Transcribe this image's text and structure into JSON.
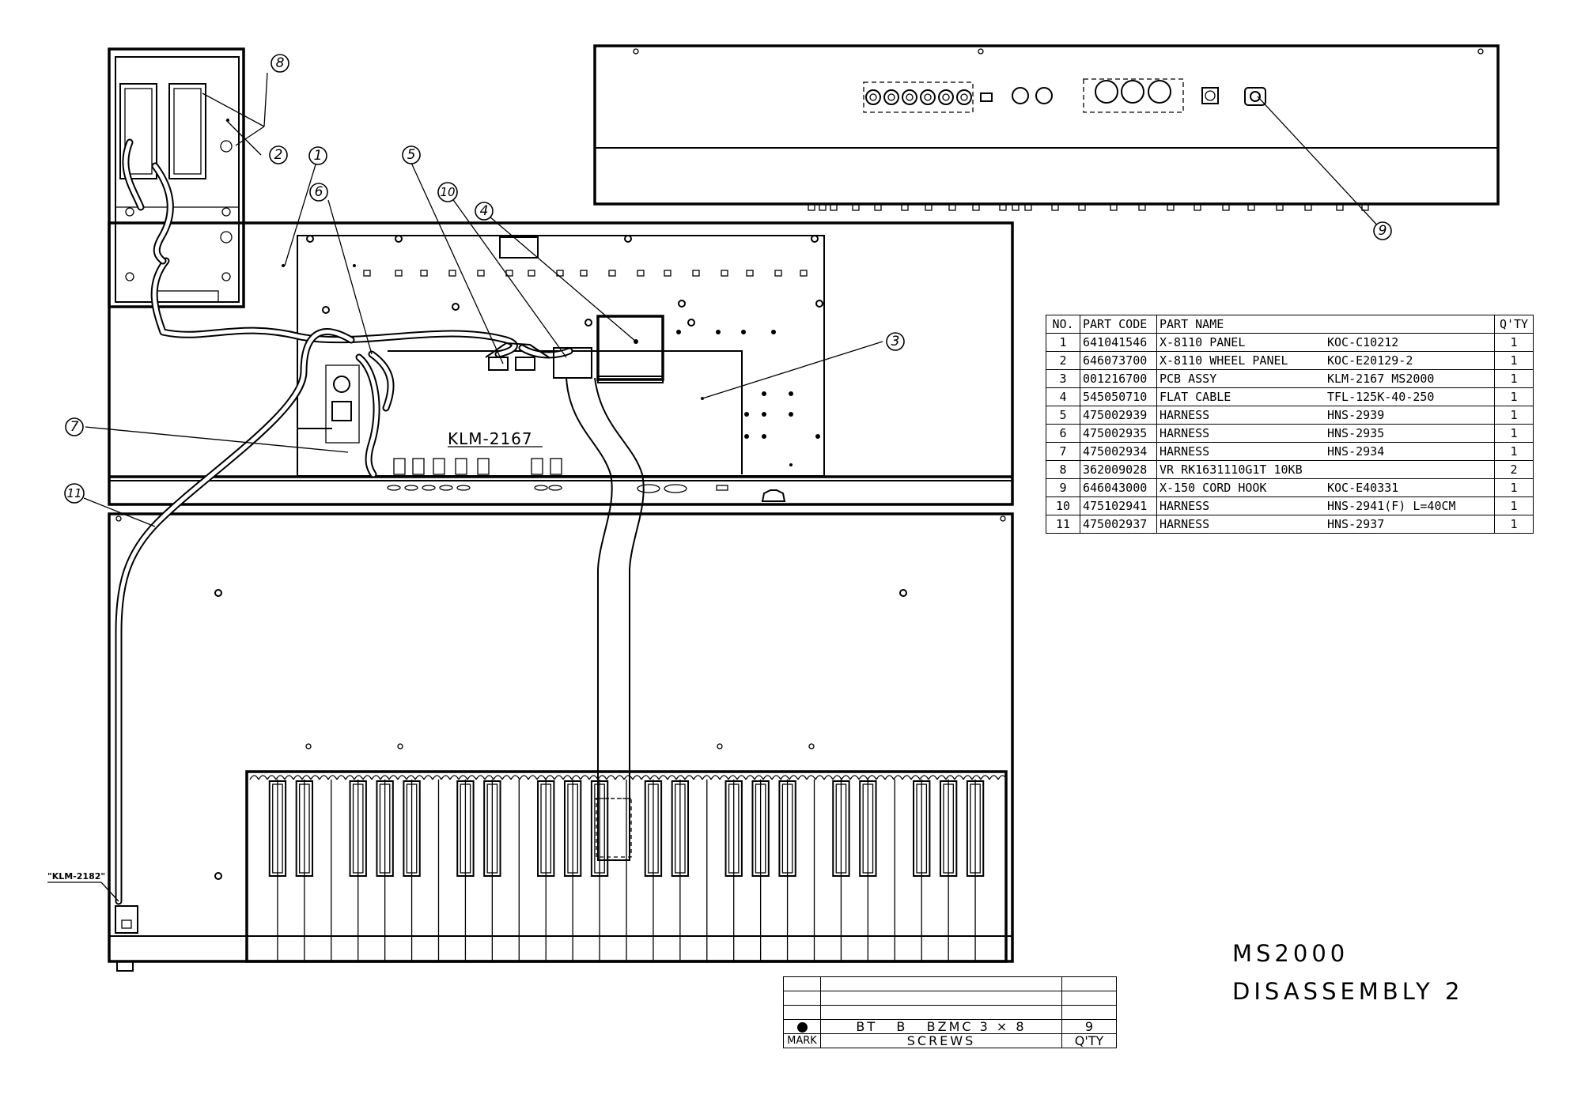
{
  "drawing": {
    "model": "MS2000",
    "title": "DISASSEMBLY 2",
    "pcb_label": "KLM-2167",
    "sub_pcb_label": "\"KLM-2182\""
  },
  "callouts": [
    "1",
    "2",
    "3",
    "4",
    "5",
    "6",
    "7",
    "8",
    "9",
    "10",
    "11"
  ],
  "parts_table": {
    "headers": {
      "no": "NO.",
      "part_code": "PART CODE",
      "part_name": "PART NAME",
      "qty": "Q'TY"
    },
    "rows": [
      {
        "no": "1",
        "code": "641041546",
        "name": "X-8110 PANEL",
        "spec": "KOC-C10212",
        "qty": "1"
      },
      {
        "no": "2",
        "code": "646073700",
        "name": "X-8110 WHEEL PANEL",
        "spec": "KOC-E20129-2",
        "qty": "1"
      },
      {
        "no": "3",
        "code": "001216700",
        "name": "PCB ASSY",
        "spec": "KLM-2167 MS2000",
        "qty": "1"
      },
      {
        "no": "4",
        "code": "545050710",
        "name": "FLAT CABLE",
        "spec": "TFL-125K-40-250",
        "qty": "1"
      },
      {
        "no": "5",
        "code": "475002939",
        "name": "HARNESS",
        "spec": "HNS-2939",
        "qty": "1"
      },
      {
        "no": "6",
        "code": "475002935",
        "name": "HARNESS",
        "spec": "HNS-2935",
        "qty": "1"
      },
      {
        "no": "7",
        "code": "475002934",
        "name": "HARNESS",
        "spec": "HNS-2934",
        "qty": "1"
      },
      {
        "no": "8",
        "code": "362009028",
        "name": "VR RK1631110G1T 10KB",
        "spec": "",
        "qty": "2"
      },
      {
        "no": "9",
        "code": "646043000",
        "name": "X-150 CORD HOOK",
        "spec": "KOC-E40331",
        "qty": "1"
      },
      {
        "no": "10",
        "code": "475102941",
        "name": "HARNESS",
        "spec": "HNS-2941(F) L=40CM",
        "qty": "1"
      },
      {
        "no": "11",
        "code": "475002937",
        "name": "HARNESS",
        "spec": "HNS-2937",
        "qty": "1"
      }
    ]
  },
  "screws_table": {
    "row": {
      "type": "BT",
      "head": "B",
      "spec": "BZMC 3 × 8",
      "qty": "9"
    },
    "footer": {
      "mark": "MARK",
      "desc": "SCREWS",
      "qty": "Q'TY"
    }
  },
  "colors": {
    "ink": "#000000",
    "paper": "#ffffff"
  },
  "icons": [
    "screw-mark-icon"
  ]
}
